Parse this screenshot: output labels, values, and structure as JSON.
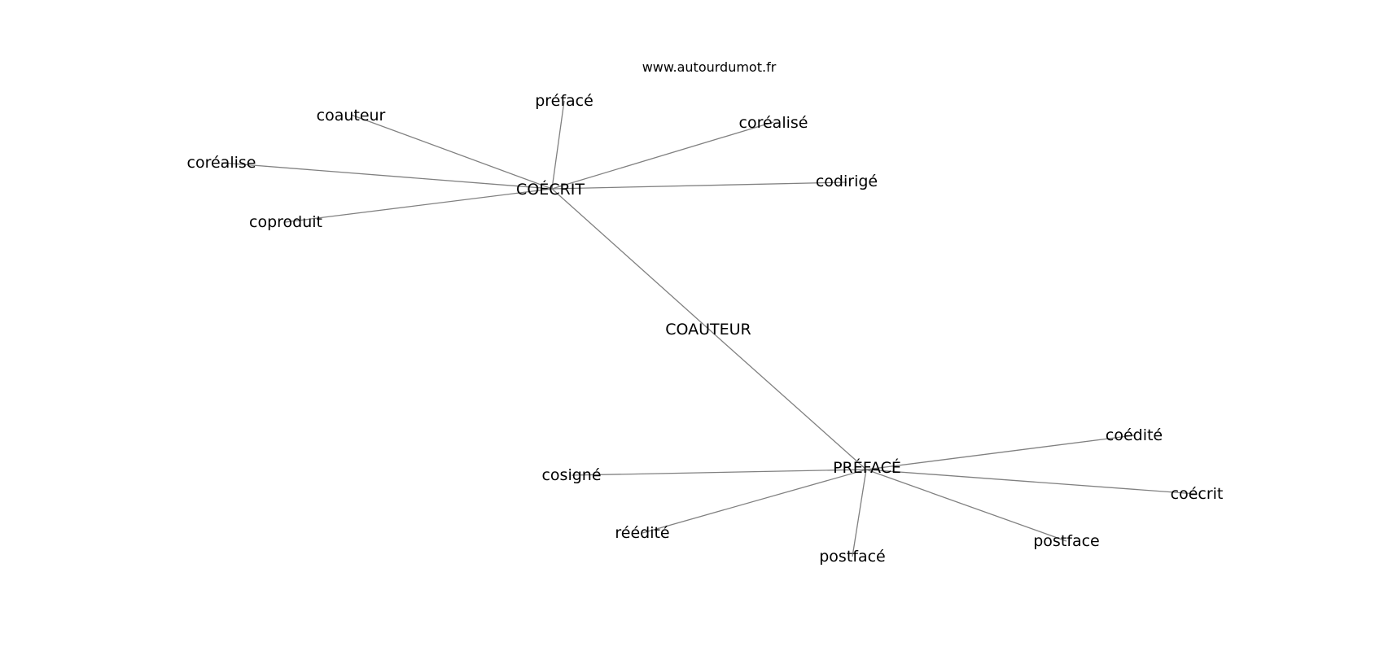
{
  "watermark": "www.autourdumot.fr",
  "center": {
    "COAUTEUR": "COAUTEUR"
  },
  "hubs": {
    "coecrit": "COÉCRIT",
    "preface": "PRÉFACÉ"
  },
  "words": {
    "coauteur": "coauteur",
    "preface_lc": "préfacé",
    "corealise_pp": "coréalisé",
    "corealise": "coréalise",
    "codirige": "codirigé",
    "coproduit": "coproduit",
    "coedite": "coédité",
    "coecrit_lc": "coécrit",
    "cosigne": "cosigné",
    "reedite": "réédité",
    "postface_pp": "postfacé",
    "postface": "postface"
  }
}
